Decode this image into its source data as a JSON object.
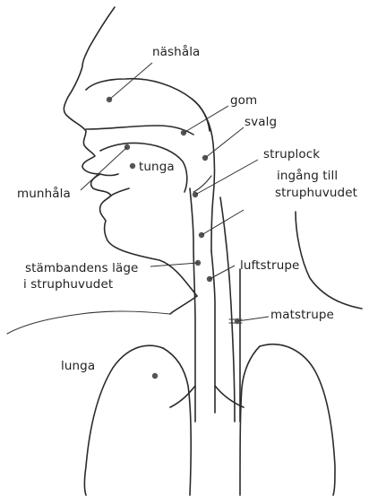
{
  "diagram": {
    "labels": {
      "nashala": "näshåla",
      "gom": "gom",
      "svalg": "svalg",
      "struplock": "struplock",
      "tunga": "tunga",
      "ingang_1": "ingång till",
      "ingang_2": "struphuvudet",
      "munhala": "munhåla",
      "stamband_1": "stämbandens läge",
      "stamband_2": "i struphuvudet",
      "luftstrupe": "luftstrupe",
      "matstrupe": "matstrupe",
      "lunga": "lunga"
    }
  }
}
